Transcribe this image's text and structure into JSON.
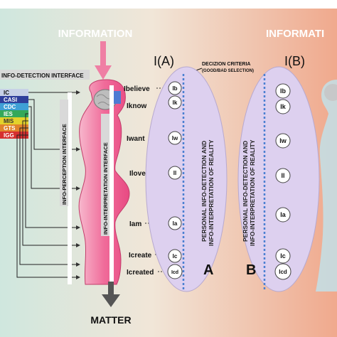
{
  "header": {
    "information_left": "INFORMATION",
    "information_right": "INFORMATI"
  },
  "footer": {
    "matter": "MATTER"
  },
  "labels": {
    "info_detection_interface": "INFO-DETECTION INTERFACE",
    "info_perception_interface": "INFO-PERCEPTION INTERFACE",
    "info_interpretation_interface": "INFO-INTERPRETATION INTERFACE",
    "decision_criteria": "DECIZION CRITERIA",
    "decision_criteria_sub": "(GOOD/BAD SELECTION)",
    "panel_a_title": "I(A)",
    "panel_b_title": "I(B)",
    "panel_a_letter": "A",
    "panel_b_letter": "B",
    "panel_a_vertical_1": "PERSONAL INFO-DETECTION AND",
    "panel_a_vertical_2": "INFO-INTERPRETATION OF REALITY",
    "panel_b_vertical_1": "PERSONAL INFO-DETECTION AND",
    "panel_b_vertical_2": "INFO-INTERPRETATION OF REALITY"
  },
  "legend": [
    {
      "label": "IC",
      "color": "#c7d1e6"
    },
    {
      "label": "CASI",
      "color": "#2f3f9a"
    },
    {
      "label": "CDC",
      "color": "#3fa0d6"
    },
    {
      "label": "IES",
      "color": "#34a85a"
    },
    {
      "label": "MIS",
      "color": "#e3d22b"
    },
    {
      "label": "GTS",
      "color": "#e0832b"
    },
    {
      "label": "IGG",
      "color": "#d62f2f"
    }
  ],
  "statements": [
    "Ibelieve",
    "Iknow",
    "Iwant",
    "Ilove",
    "Iam",
    "Icreate",
    "Icreated"
  ],
  "panel_a_badges": [
    "Ib",
    "Ik",
    "Iw",
    "Il",
    "Ia",
    "Ic",
    "Icd"
  ],
  "panel_b_badges": [
    "Ib",
    "Ik",
    "Iw",
    "Il",
    "Ia",
    "Ic",
    "Icd"
  ],
  "colors": {
    "ellipse_fill": "#ddd0ef",
    "body_fill": "#f05a8e",
    "arrow_pink": "#ef7fa4",
    "arrow_dark": "#555555",
    "dotted_line": "#4a7fd1"
  }
}
